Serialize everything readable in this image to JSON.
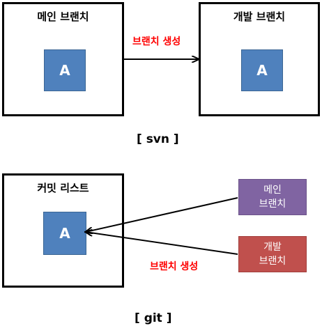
{
  "svn": {
    "main_box": {
      "title": "메인 브랜치",
      "node": "A"
    },
    "dev_box": {
      "title": "개발 브랜치",
      "node": "A"
    },
    "arrow_label": "브랜치 생성",
    "caption": "[ svn ]"
  },
  "git": {
    "commit_box": {
      "title": "커밋 리스트",
      "node": "A"
    },
    "main_ref": {
      "line1": "메인",
      "line2": "브랜치"
    },
    "dev_ref": {
      "line1": "개발",
      "line2": "브랜치"
    },
    "arrow_label": "브랜치 생성",
    "caption": "[ git ]"
  },
  "colors": {
    "node_blue": "#4f81bd",
    "main_ref_purple": "#8064a2",
    "dev_ref_red": "#c0504d",
    "label_red": "#ff0000",
    "border": "#000000"
  }
}
